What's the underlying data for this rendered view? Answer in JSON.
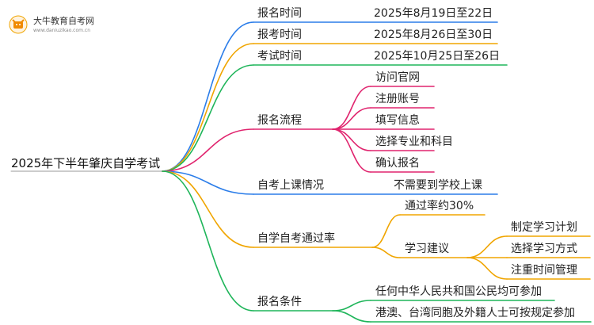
{
  "logo": {
    "title": "大牛教育自考网",
    "url": "www.daniuzikao.com.cn"
  },
  "mindmap": {
    "root": "2025年下半年肇庆自学考试",
    "branches": [
      {
        "label": "报名时间",
        "value": "2025年8月19日至22日",
        "color": "#2b7de9"
      },
      {
        "label": "报考时间",
        "value": "2025年8月26日至30日",
        "color": "#f0a500"
      },
      {
        "label": "考试时间",
        "value": "2025年10月25日至26日",
        "color": "#1fb55a"
      },
      {
        "label": "报名流程",
        "color": "#e0246e",
        "steps": [
          "访问官网",
          "注册账号",
          "填写信息",
          "选择专业和科目",
          "确认报名"
        ]
      },
      {
        "label": "自考上课情况",
        "value": "不需要到学校上课",
        "color": "#2b7de9"
      },
      {
        "label": "自学自考通过率",
        "color": "#f0a500",
        "children": [
          {
            "label": "通过率约30%"
          },
          {
            "label": "学习建议",
            "children": [
              "制定学习计划",
              "选择学习方式",
              "注重时间管理"
            ]
          }
        ]
      },
      {
        "label": "报名条件",
        "color": "#1fb55a",
        "children": [
          "任何中华人民共和国公民均可参加",
          "港澳、台湾同胞及外籍人士可按规定参加"
        ]
      }
    ]
  }
}
